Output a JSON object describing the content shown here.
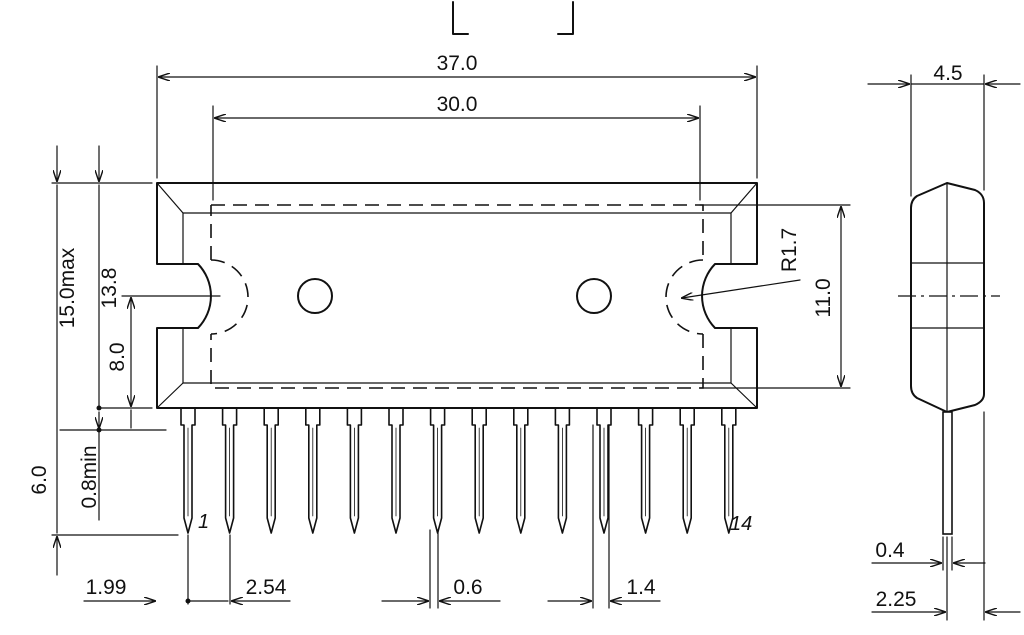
{
  "title_fragment": "[ ]",
  "top_view": {
    "dimensions": {
      "overall_length": "37.0",
      "hole_spacing": "30.0",
      "max_height": "15.0max",
      "body_height": "13.8",
      "hole_height": "8.0",
      "lead_length": "6.0",
      "lead_min": "0.8min",
      "dashed_height": "11.0",
      "notch_radius": "R1.7",
      "first_pin_offset": "1.99",
      "pin_pitch": "2.54",
      "lead_width": "0.6",
      "lead_shoulder": "1.4"
    },
    "pin_labels": {
      "first": "1",
      "last": "14"
    },
    "pin_count": 14
  },
  "side_view": {
    "dimensions": {
      "thickness": "4.5",
      "lead_thickness": "0.4",
      "lead_offset": "2.25"
    }
  }
}
